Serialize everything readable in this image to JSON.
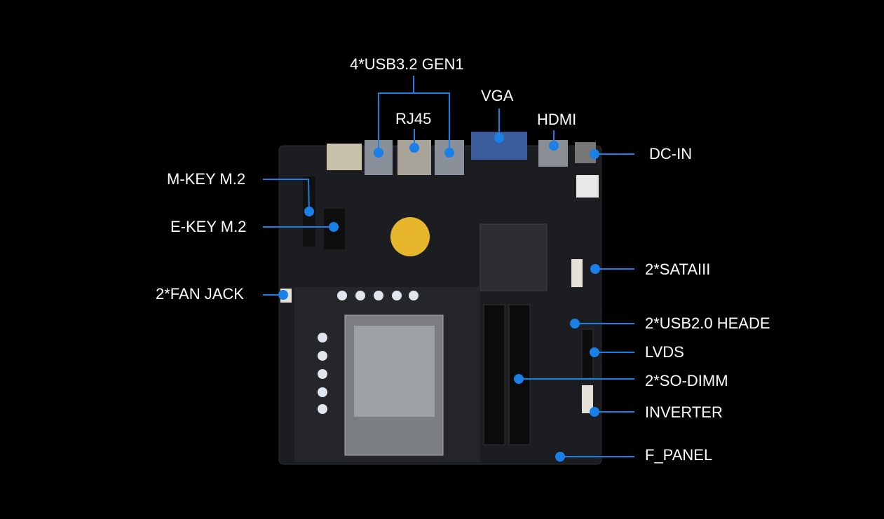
{
  "labels": {
    "usb32": "4*USB3.2 GEN1",
    "rj45": "RJ45",
    "vga": "VGA",
    "hdmi": "HDMI",
    "dcin": "DC-IN",
    "mkey": "M-KEY M.2",
    "ekey": "E-KEY M.2",
    "fan": "2*FAN JACK",
    "sata": "2*SATAIII",
    "usb20": "2*USB2.0 HEADE",
    "lvds": "LVDS",
    "sodimm": "2*SO-DIMM",
    "inverter": "INVERTER",
    "fpanel": "F_PANEL"
  },
  "colors": {
    "accent": "#1a7fe6",
    "board": "#1a1c1f",
    "text": "#ffffff"
  }
}
